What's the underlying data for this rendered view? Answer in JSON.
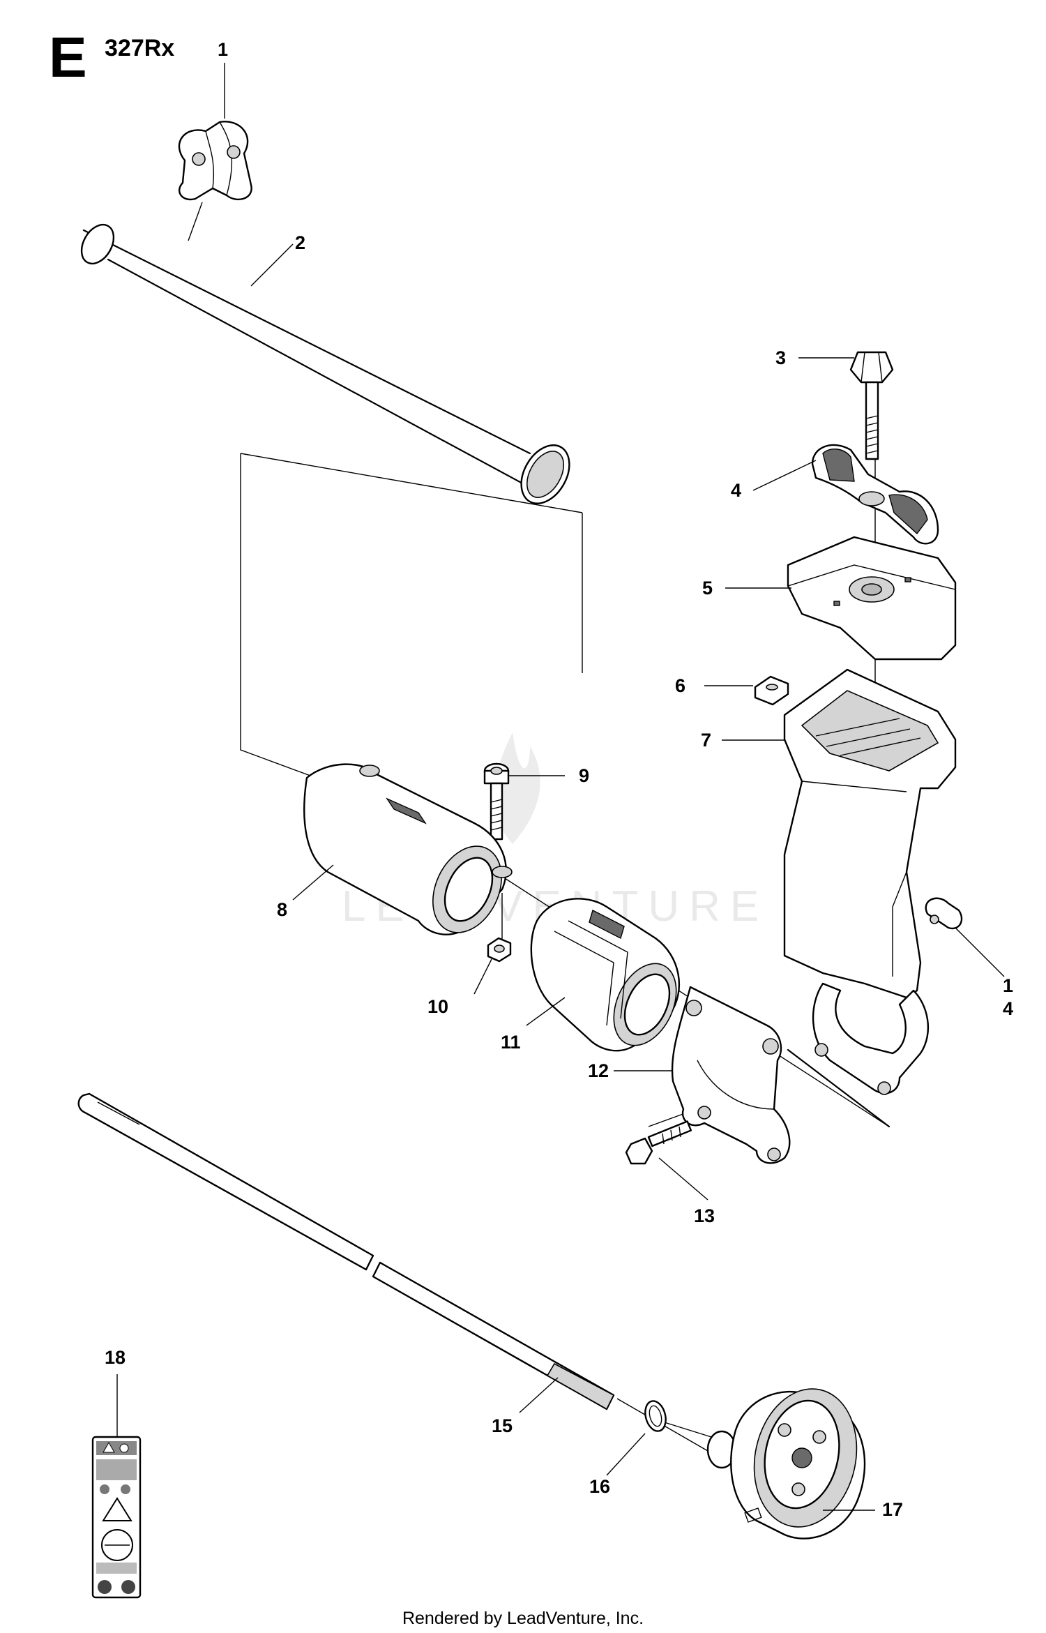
{
  "header": {
    "section_letter": "E",
    "model": "327Rx"
  },
  "watermark": "LEADVENTURE",
  "footer": "Rendered by LeadVenture, Inc.",
  "callouts": [
    {
      "label": "1"
    },
    {
      "label": "2"
    },
    {
      "label": "3"
    },
    {
      "label": "4"
    },
    {
      "label": "5"
    },
    {
      "label": "6"
    },
    {
      "label": "7"
    },
    {
      "label": "9"
    },
    {
      "label": "8"
    },
    {
      "label": "1"
    },
    {
      "label": "4"
    },
    {
      "label": "10"
    },
    {
      "label": "11"
    },
    {
      "label": "12"
    },
    {
      "label": "13"
    },
    {
      "label": "18"
    },
    {
      "label": "15"
    },
    {
      "label": "16"
    },
    {
      "label": "17"
    }
  ]
}
